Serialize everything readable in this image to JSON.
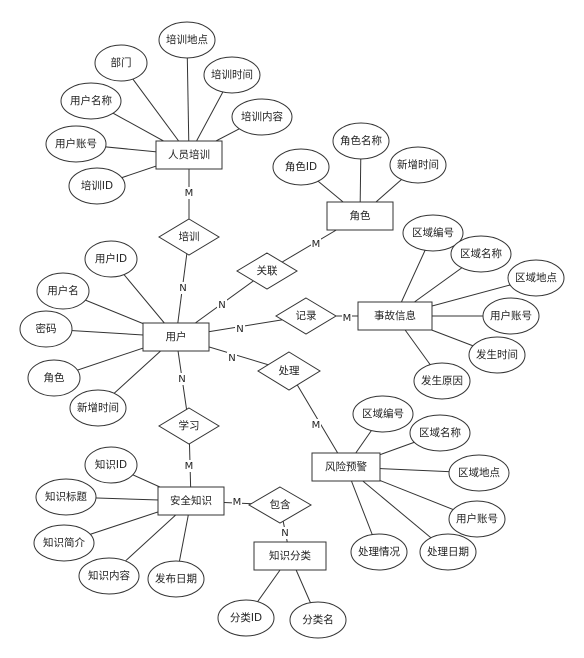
{
  "entities": [
    {
      "id": "renyuanpeixun",
      "label": "人员培训"
    },
    {
      "id": "juese",
      "label": "角色"
    },
    {
      "id": "yonghu",
      "label": "用户"
    },
    {
      "id": "shiguxinxi",
      "label": "事故信息"
    },
    {
      "id": "anquanzhishi",
      "label": "安全知识"
    },
    {
      "id": "fengxianyujing",
      "label": "风险预警"
    },
    {
      "id": "zhishifenlei",
      "label": "知识分类"
    }
  ],
  "relationships": [
    {
      "id": "peixun",
      "label": "培训"
    },
    {
      "id": "guanlian",
      "label": "关联"
    },
    {
      "id": "jilu",
      "label": "记录"
    },
    {
      "id": "chuli",
      "label": "处理"
    },
    {
      "id": "xuexi",
      "label": "学习"
    },
    {
      "id": "baohan",
      "label": "包含"
    }
  ],
  "attributes": [
    {
      "id": "a-rp-peixundidian",
      "label": "培训地点"
    },
    {
      "id": "a-rp-bumen",
      "label": "部门"
    },
    {
      "id": "a-rp-peixunshijian",
      "label": "培训时间"
    },
    {
      "id": "a-rp-yonghumingcheng",
      "label": "用户名称"
    },
    {
      "id": "a-rp-peixunneirong",
      "label": "培训内容"
    },
    {
      "id": "a-rp-yonghuzhanghao",
      "label": "用户账号"
    },
    {
      "id": "a-rp-peixunid",
      "label": "培训ID"
    },
    {
      "id": "a-js-juesemingcheng",
      "label": "角色名称"
    },
    {
      "id": "a-js-jueseid",
      "label": "角色ID"
    },
    {
      "id": "a-js-xinzengshijian",
      "label": "新增时间"
    },
    {
      "id": "a-yh-yonghuid",
      "label": "用户ID"
    },
    {
      "id": "a-yh-yonghuming",
      "label": "用户名"
    },
    {
      "id": "a-yh-mima",
      "label": "密码"
    },
    {
      "id": "a-yh-juese",
      "label": "角色"
    },
    {
      "id": "a-yh-xinzengshijian",
      "label": "新增时间"
    },
    {
      "id": "a-sg-quyubianhao",
      "label": "区域编号"
    },
    {
      "id": "a-sg-quyumingcheng",
      "label": "区域名称"
    },
    {
      "id": "a-sg-quyudidian",
      "label": "区域地点"
    },
    {
      "id": "a-sg-yonghuzhanghao",
      "label": "用户账号"
    },
    {
      "id": "a-sg-fashengshijian",
      "label": "发生时间"
    },
    {
      "id": "a-sg-fashengyuanyin",
      "label": "发生原因"
    },
    {
      "id": "a-fx-quyubianhao",
      "label": "区域编号"
    },
    {
      "id": "a-fx-quyumingcheng",
      "label": "区域名称"
    },
    {
      "id": "a-fx-quyudidian",
      "label": "区域地点"
    },
    {
      "id": "a-fx-yonghuzhanghao",
      "label": "用户账号"
    },
    {
      "id": "a-fx-chuliqingkuang",
      "label": "处理情况"
    },
    {
      "id": "a-fx-chuliriqi",
      "label": "处理日期"
    },
    {
      "id": "a-aq-zhishiid",
      "label": "知识ID"
    },
    {
      "id": "a-aq-zhishibiaoti",
      "label": "知识标题"
    },
    {
      "id": "a-aq-zhishijianjie",
      "label": "知识简介"
    },
    {
      "id": "a-aq-zhishineirong",
      "label": "知识内容"
    },
    {
      "id": "a-aq-faburiqi",
      "label": "发布日期"
    },
    {
      "id": "a-zf-fenleiid",
      "label": "分类ID"
    },
    {
      "id": "a-zf-fenleiming",
      "label": "分类名"
    }
  ],
  "cardinalities": [
    {
      "id": "c1",
      "label": "M"
    },
    {
      "id": "c2",
      "label": "N"
    },
    {
      "id": "c3",
      "label": "M"
    },
    {
      "id": "c4",
      "label": "N"
    },
    {
      "id": "c5",
      "label": "N"
    },
    {
      "id": "c6",
      "label": "M"
    },
    {
      "id": "c7",
      "label": "N"
    },
    {
      "id": "c8",
      "label": "M"
    },
    {
      "id": "c9",
      "label": "N"
    },
    {
      "id": "c10",
      "label": "M"
    },
    {
      "id": "c11",
      "label": "M"
    },
    {
      "id": "c12",
      "label": "N"
    }
  ]
}
